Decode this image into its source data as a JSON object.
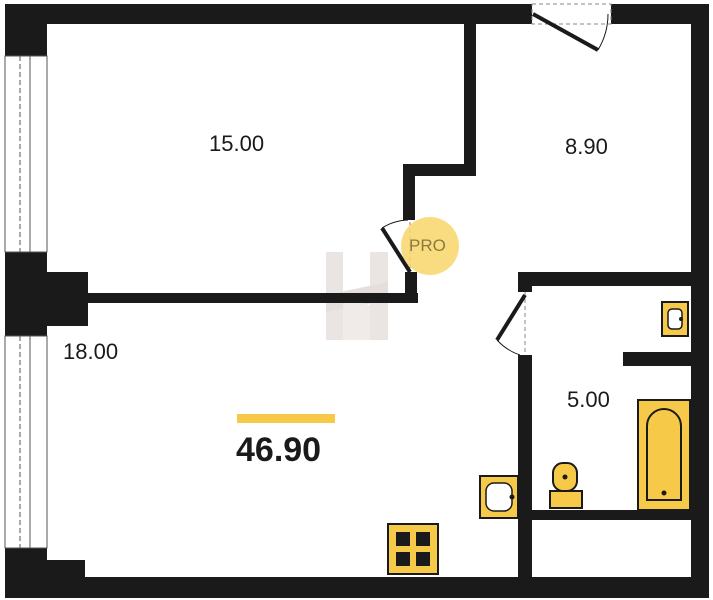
{
  "plan": {
    "rooms": [
      {
        "name": "room-a",
        "area": "15.00"
      },
      {
        "name": "room-b",
        "area": "8.90"
      },
      {
        "name": "room-c",
        "area": "18.00"
      },
      {
        "name": "room-d",
        "area": "5.00"
      }
    ],
    "total_area": "46.90",
    "badge_text": "PRO",
    "colors": {
      "wall": "#1a1a1a",
      "fixture_fill": "#f7c948",
      "accent_bar": "#f7c948",
      "badge_fill": "#f9d66a",
      "watermark": "#d9d0cc"
    },
    "icons": [
      "door-swing-icon",
      "window-icon",
      "sink-icon",
      "toilet-icon",
      "bathtub-icon",
      "stove-icon",
      "watermark-logo"
    ]
  }
}
